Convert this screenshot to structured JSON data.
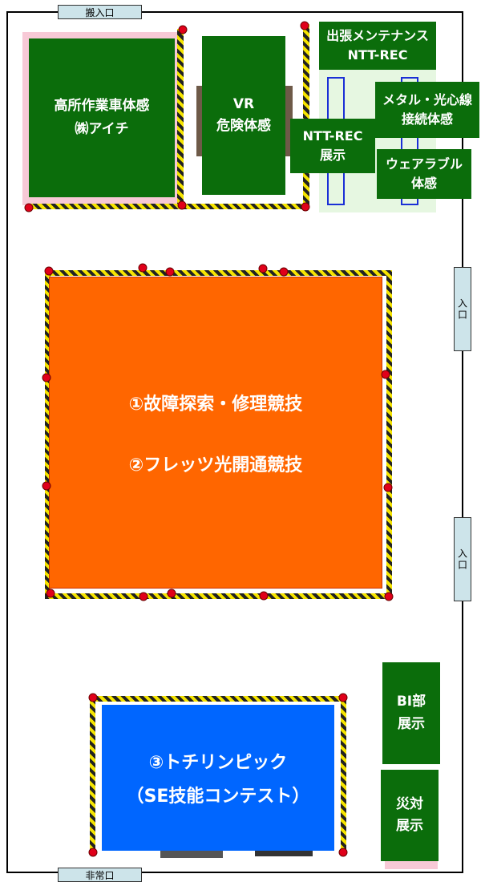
{
  "doors": {
    "top_entrance": "搬入口",
    "right_entrance_1": "入口",
    "right_entrance_2": "入口",
    "bottom_exit": "非常口"
  },
  "booths": {
    "aerial": "高所作業車体感\n㈱アイチ",
    "vr": "VR\n危険体感",
    "ntt_rec_header": "出張メンテナンス\nNTT-REC",
    "ntt_rec_exhibit": "NTT-REC\n展示",
    "metal": "メタル・光心線\n接続体感",
    "wearable": "ウェアラブル\n体感",
    "main_line1": "①故障探索・修理競技",
    "main_line2": "②フレッツ光開通競技",
    "se_line1": "③トチリンピック",
    "se_line2": "（SE技能コンテスト）",
    "bi": "BI部\n展示",
    "disaster": "災対\n展示"
  },
  "colors": {
    "green": "#0b6d0b",
    "orange": "#ff6600",
    "blue": "#0066ff",
    "light_green": "#e6f7e1",
    "pink": "#f7c9d6",
    "door": "#cde4ea",
    "pin": "#e0001a"
  }
}
